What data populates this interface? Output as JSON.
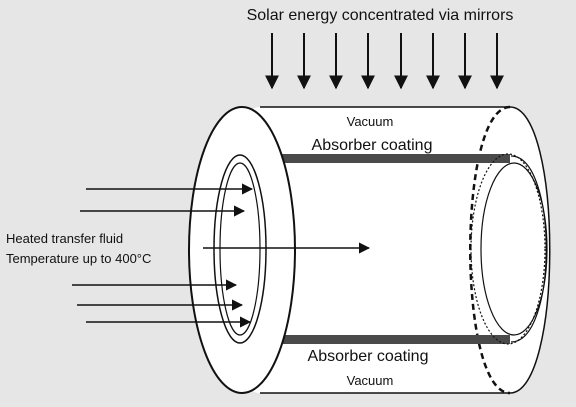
{
  "labels": {
    "solar": "Solar energy concentrated via mirrors",
    "vacuum_top": "Vacuum",
    "absorber_top": "Absorber coating",
    "fluid_line1": "Heated transfer fluid",
    "fluid_line2": "Temperature up to 400°C",
    "absorber_bottom": "Absorber coating",
    "vacuum_bottom": "Vacuum"
  },
  "colors": {
    "background": "#e6e6e6",
    "tube": "#ffffff",
    "outline": "#111111",
    "absorber": "#4a4a4a"
  }
}
